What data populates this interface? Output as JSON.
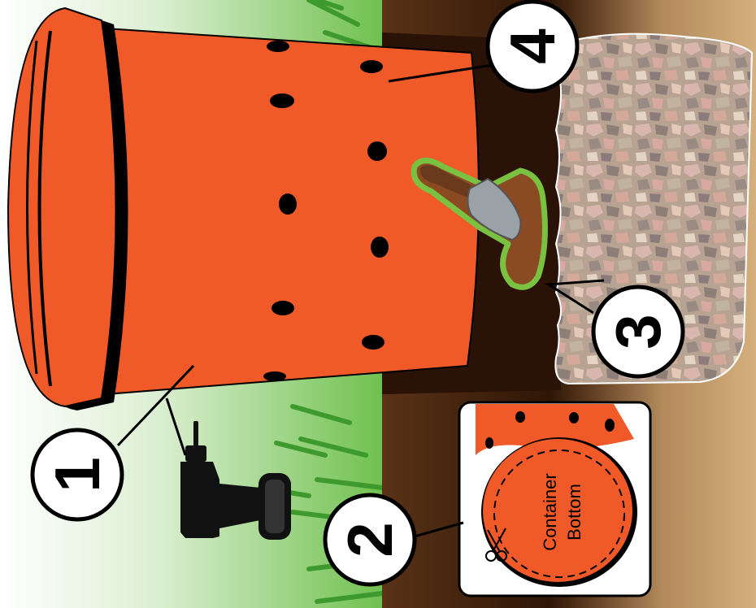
{
  "steps": [
    {
      "number": "1"
    },
    {
      "number": "2"
    },
    {
      "number": "3"
    },
    {
      "number": "4"
    }
  ],
  "inset": {
    "label_line1": "Container",
    "label_line2": "Bottom"
  },
  "colors": {
    "pot_orange": "#f05a28",
    "soil_dark": "#3a1d0c",
    "soil_light": "#c9a06c",
    "gravel": "#c8b6a6",
    "grass": "#4fa838",
    "trowel_outline": "#7ac142",
    "ink": "#000000"
  },
  "icons": [
    "drill-icon",
    "trowel-icon",
    "scissors-icon"
  ]
}
